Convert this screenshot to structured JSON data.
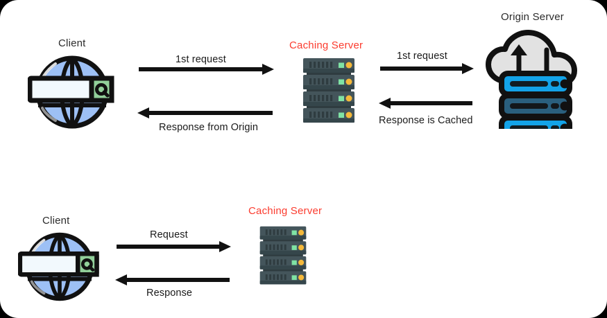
{
  "diagram": {
    "title_present": false,
    "background_color": "#ffffff",
    "outer_color": "#000000",
    "rows": [
      {
        "id": "first-request-row",
        "nodes": [
          {
            "id": "client-top",
            "label": "Client",
            "label_color": "#2b2b2b",
            "icon": "globe-search-icon"
          },
          {
            "id": "caching-server-top",
            "label": "Caching Server",
            "label_color": "#fb3b2e",
            "icon": "server-rack-icon"
          },
          {
            "id": "origin-server",
            "label": "Origin Server",
            "label_color": "#2b2b2b",
            "icon": "cloud-server-icon"
          }
        ],
        "arrows": [
          {
            "id": "client-to-cache-request",
            "label": "1st request",
            "direction": "right",
            "label_position": "above"
          },
          {
            "id": "cache-to-client-response",
            "label": "Response from Origin",
            "direction": "left",
            "label_position": "below"
          },
          {
            "id": "cache-to-origin-request",
            "label": "1st request",
            "direction": "right",
            "label_position": "above"
          },
          {
            "id": "origin-to-cache-response",
            "label": "Response is Cached",
            "direction": "left",
            "label_position": "below"
          }
        ]
      },
      {
        "id": "cached-request-row",
        "nodes": [
          {
            "id": "client-bottom",
            "label": "Client",
            "label_color": "#2b2b2b",
            "icon": "globe-search-icon"
          },
          {
            "id": "caching-server-bottom",
            "label": "Caching Server",
            "label_color": "#fb3b2e",
            "icon": "server-rack-icon"
          }
        ],
        "arrows": [
          {
            "id": "client-to-cache-request-2",
            "label": "Request",
            "direction": "right",
            "label_position": "above"
          },
          {
            "id": "cache-to-client-response-2",
            "label": "Response",
            "direction": "left",
            "label_position": "below"
          }
        ]
      }
    ],
    "palette": {
      "globe_blue": "#9dc0f5",
      "globe_blue_light": "#b9d3fa",
      "globe_outline": "#111111",
      "search_bar_fill": "#f2f9fd",
      "search_button_fill": "#92d09a",
      "rack_body": "#3e4e53",
      "rack_body_light": "#4e6268",
      "rack_shadow": "#2f3c40",
      "led_green": "#7fe3a4",
      "led_amber": "#f5b93a",
      "cloud_fill": "#e2e2e2",
      "cloud_outline": "#111111",
      "blue_rack": "#13a3e8",
      "blue_rack_dark": "#2a5f7d",
      "arrow_color": "#111111"
    }
  }
}
